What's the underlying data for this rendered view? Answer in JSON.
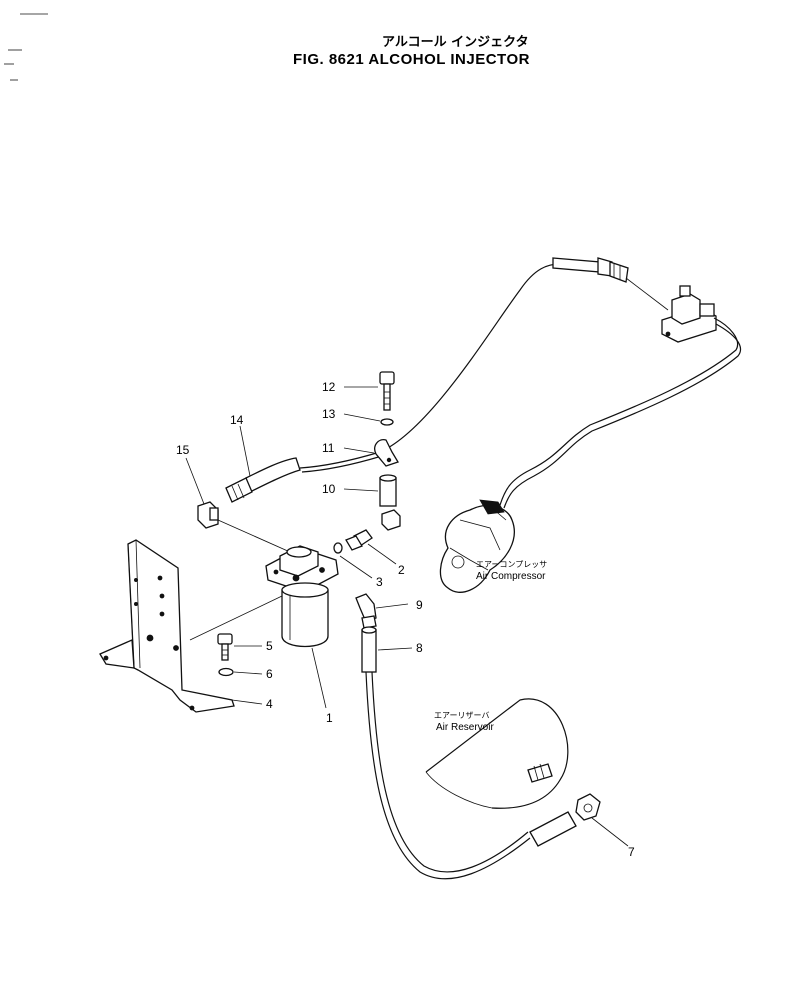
{
  "header": {
    "title_jp": "アルコール インジェクタ",
    "title_en": "FIG. 8621  ALCOHOL  INJECTOR"
  },
  "labels": {
    "air_compressor_jp": "エアーコンプレッサ",
    "air_compressor_en": "Air Compressor",
    "air_reservoir_jp": "エアーリザーバ",
    "air_reservoir_en": "Air  Reservoir"
  },
  "callouts": [
    {
      "id": "p1",
      "label": "1"
    },
    {
      "id": "p2",
      "label": "2"
    },
    {
      "id": "p3",
      "label": "3"
    },
    {
      "id": "p4",
      "label": "4"
    },
    {
      "id": "p5",
      "label": "5"
    },
    {
      "id": "p6",
      "label": "6"
    },
    {
      "id": "p7",
      "label": "7"
    },
    {
      "id": "p8",
      "label": "8"
    },
    {
      "id": "p9",
      "label": "9"
    },
    {
      "id": "p10",
      "label": "10"
    },
    {
      "id": "p11",
      "label": "11"
    },
    {
      "id": "p12",
      "label": "12"
    },
    {
      "id": "p13",
      "label": "13"
    },
    {
      "id": "p14",
      "label": "14"
    },
    {
      "id": "p15",
      "label": "15"
    }
  ]
}
